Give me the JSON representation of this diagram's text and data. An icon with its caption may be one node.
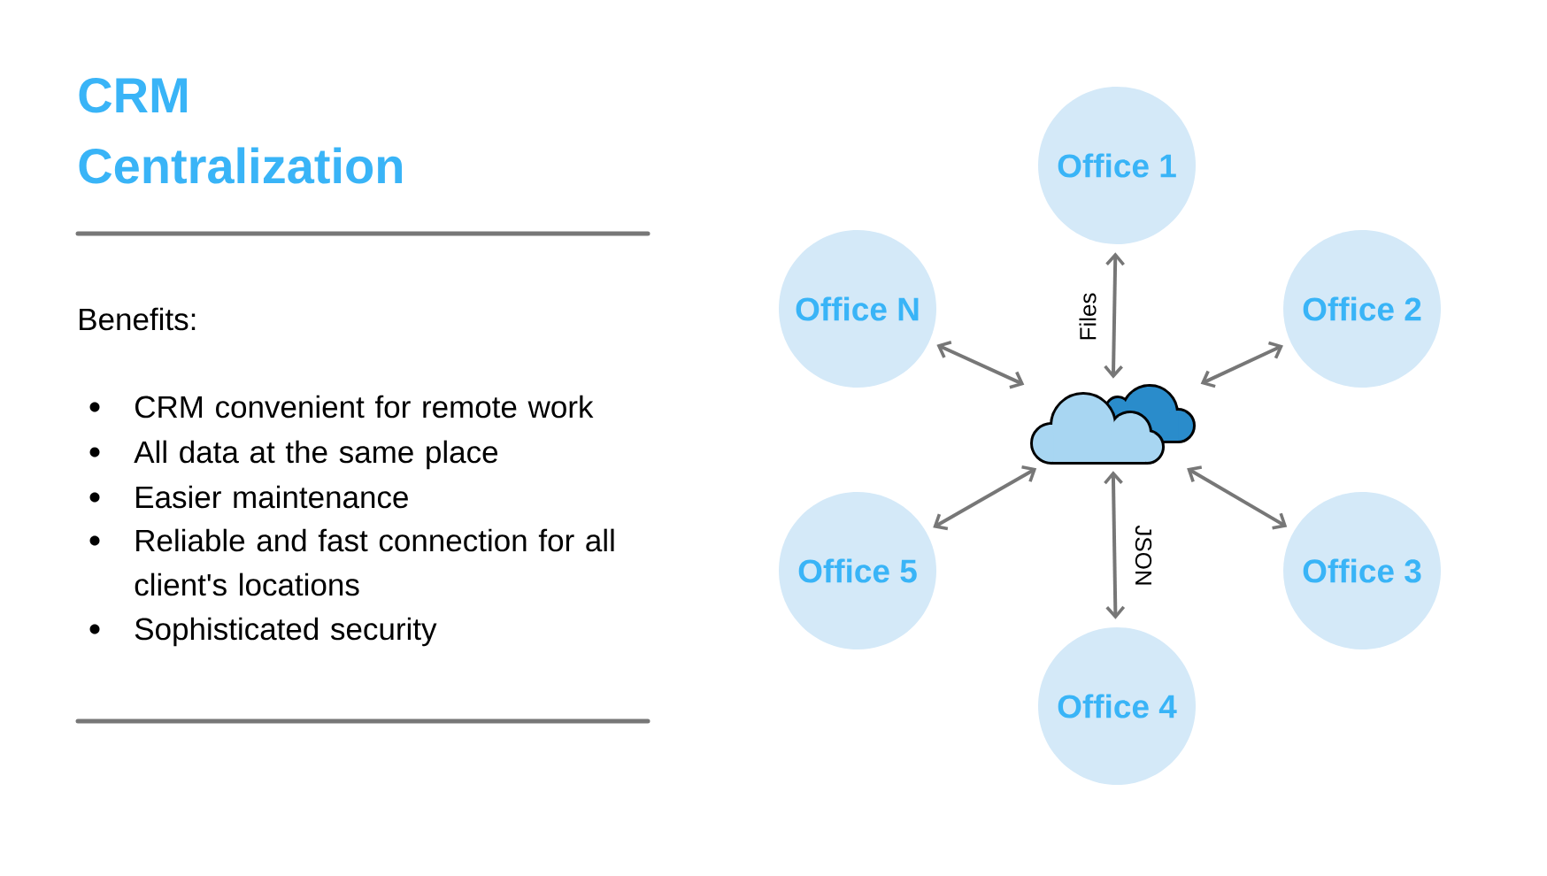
{
  "diagram": {
    "title": "CRM Centralization",
    "nodes": [
      {
        "text": [
          "Office 1"
        ]
      },
      {
        "text": [
          "Office N"
        ]
      },
      {
        "text": [
          "Office 2"
        ]
      },
      {
        "text": [],
        "shape": "cloud"
      },
      {
        "text": [
          "Office 5"
        ]
      },
      {
        "text": [
          "Office 3"
        ]
      },
      {
        "text": [
          "Office 4"
        ]
      }
    ],
    "edges": [
      {
        "from": 3,
        "to": 0,
        "arrow": "both",
        "label": "Files"
      },
      {
        "from": 3,
        "to": 1,
        "arrow": "both"
      },
      {
        "from": 3,
        "to": 2,
        "arrow": "both"
      },
      {
        "from": 3,
        "to": 4,
        "arrow": "both"
      },
      {
        "from": 3,
        "to": 5,
        "arrow": "both"
      },
      {
        "from": 3,
        "to": 6,
        "arrow": "both",
        "label": "JSON"
      }
    ],
    "labels": [
      "Benefits:",
      "CRM convenient for remote work",
      "All data at the same place",
      "Easier maintenance",
      "Reliable and fast connection for all client's locations",
      "Sophisticated security"
    ]
  }
}
